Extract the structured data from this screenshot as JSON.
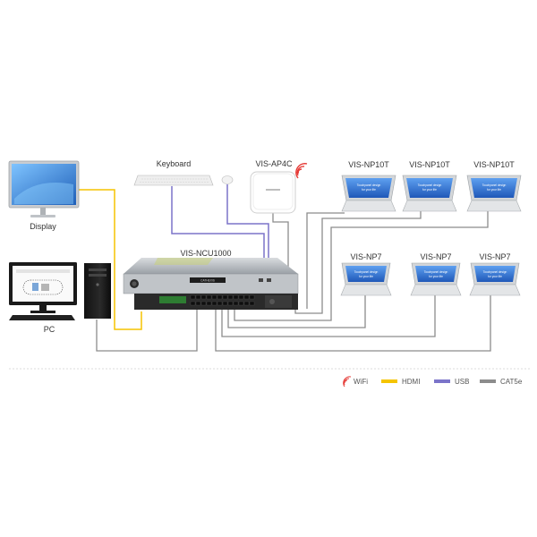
{
  "devices": {
    "display": "Display",
    "pc": "PC",
    "keyboard": "Keyboard",
    "ap": "VIS-AP4C",
    "ncu": "VIS-NCU1000",
    "ncu_brand": "CATHEXIS",
    "np10t_1": "VIS-NP10T",
    "np10t_2": "VIS-NP10T",
    "np10t_3": "VIS-NP10T",
    "np7_1": "VIS-NP7",
    "np7_2": "VIS-NP7",
    "np7_3": "VIS-NP7"
  },
  "screen_text": {
    "line1": "Touchpanel design",
    "line2": "for your life"
  },
  "legend": {
    "wifi": "WiFi",
    "hdmi": "HDMI",
    "usb": "USB",
    "cat5e": "CAT5e"
  },
  "colors": {
    "wifi": "#e53935",
    "hdmi": "#f5c400",
    "usb": "#7b74c9",
    "cat5e": "#8c8c8c",
    "screen": "#1f64c8"
  },
  "icons": {
    "wifi": "wifi-signal-icon",
    "hdmi": "hdmi-line-icon",
    "usb": "usb-line-icon",
    "cat5e": "cat5e-line-icon"
  }
}
